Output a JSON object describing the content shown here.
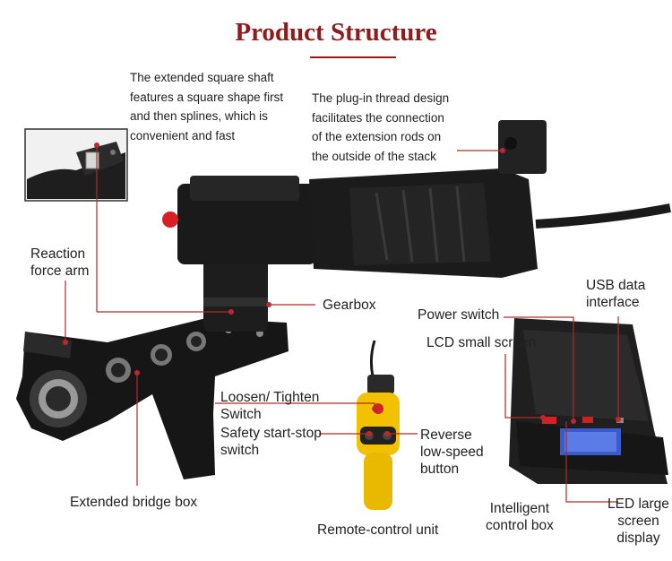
{
  "title": "Product Structure",
  "labels": {
    "square_shaft": [
      "The extended square shaft",
      "features a square shape first",
      "and then splines, which is",
      "convenient and fast"
    ],
    "thread_design": [
      "The plug-in thread design",
      "facilitates the connection",
      "of the extension rods on",
      "the outside of the stack"
    ],
    "reaction_arm": [
      "Reaction",
      "force arm"
    ],
    "gearbox": "Gearbox",
    "bridge_box": "Extended bridge box",
    "loosen_tighten": [
      "Loosen/ Tighten",
      "Switch"
    ],
    "safety_switch": [
      "Safety start-stop",
      "switch"
    ],
    "reverse_button": [
      "Reverse",
      "low-speed",
      "button"
    ],
    "remote_unit": "Remote-control unit",
    "power_switch": "Power switch",
    "usb_interface": [
      "USB data",
      "interface"
    ],
    "lcd_screen": "LCD small screen",
    "control_box": [
      "Intelligent",
      "control box"
    ],
    "led_screen": [
      "LED large",
      "screen",
      "display"
    ]
  },
  "colors": {
    "title": "#8f1b1b",
    "leader": "#b02a2a",
    "dot": "#c0272d",
    "tool_body": "#1b1b1b",
    "remote_yellow": "#f2c200",
    "stop_red": "#d61f26"
  }
}
